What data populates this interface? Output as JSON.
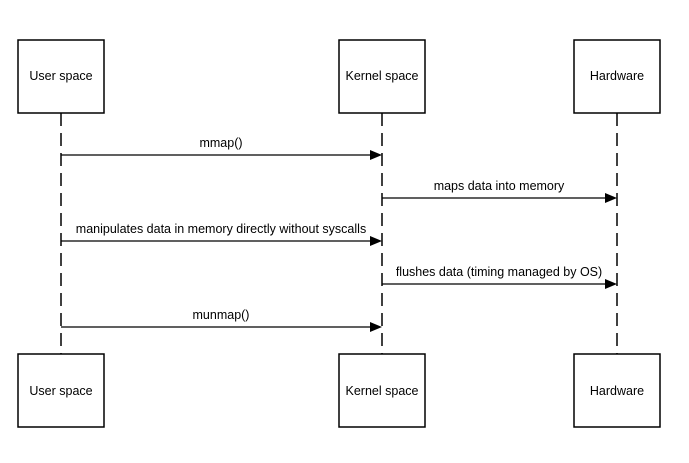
{
  "participants": [
    {
      "id": "user",
      "label": "User space"
    },
    {
      "id": "kernel",
      "label": "Kernel space"
    },
    {
      "id": "hw",
      "label": "Hardware"
    }
  ],
  "messages": [
    {
      "from": "user",
      "to": "kernel",
      "label": "mmap()"
    },
    {
      "from": "kernel",
      "to": "hw",
      "label": "maps data into memory"
    },
    {
      "from": "user",
      "to": "kernel",
      "label": "manipulates data in memory directly without syscalls"
    },
    {
      "from": "kernel",
      "to": "hw",
      "label": "flushes data (timing managed by OS)"
    },
    {
      "from": "user",
      "to": "kernel",
      "label": "munmap()"
    }
  ]
}
